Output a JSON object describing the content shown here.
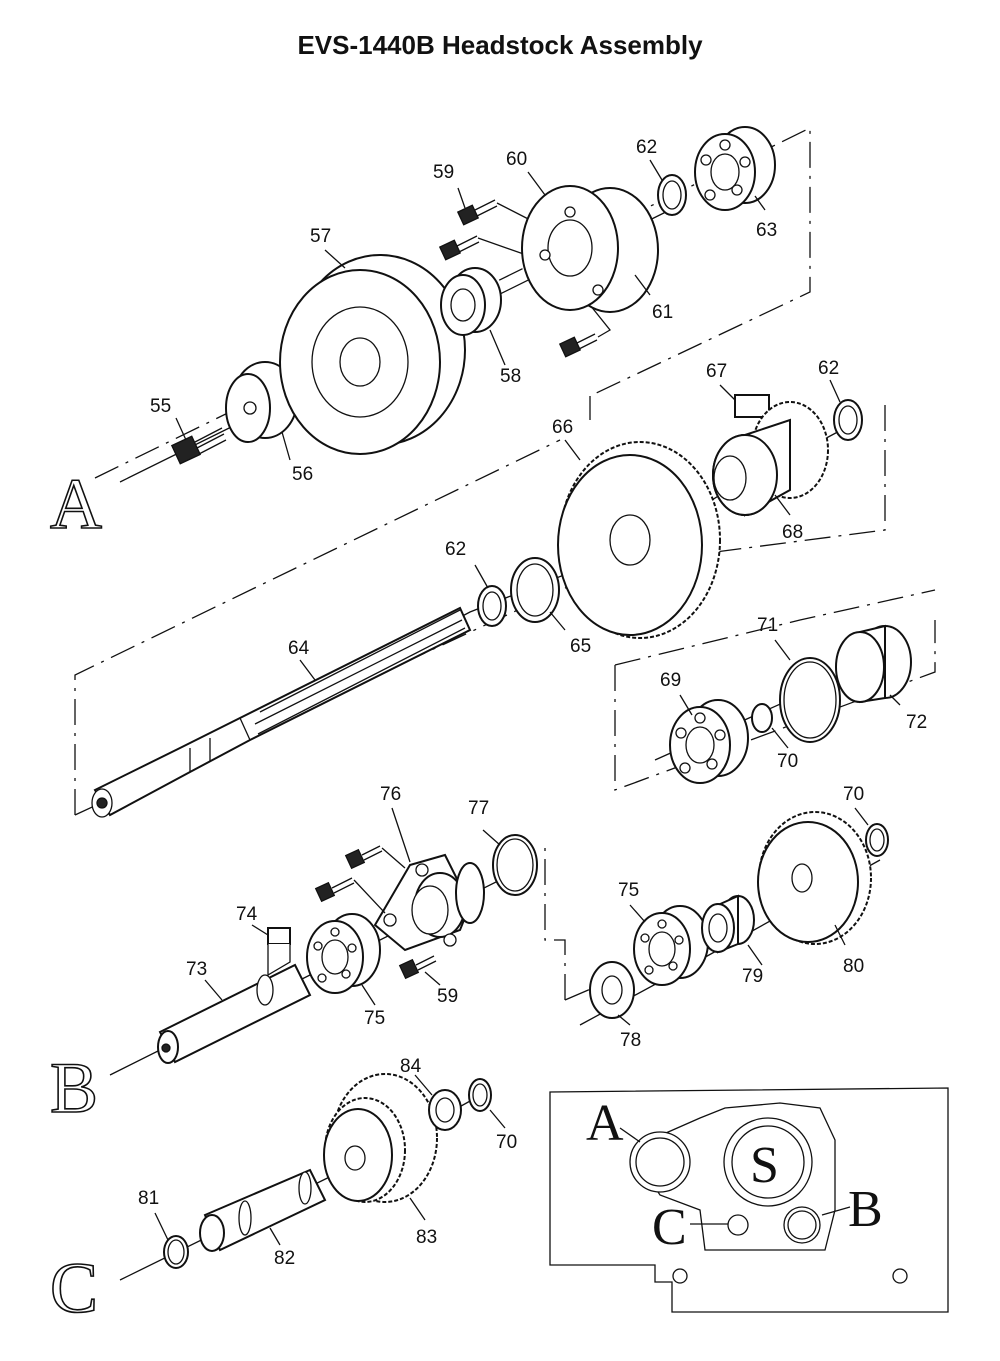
{
  "title": "EVS-1440B Headstock Assembly",
  "group_letters": {
    "a": "A",
    "b": "B",
    "c": "C"
  },
  "inset": {
    "a": "A",
    "s": "S",
    "b": "B",
    "c": "C"
  },
  "callouts": {
    "c55": "55",
    "c56": "56",
    "c57": "57",
    "c58": "58",
    "c59a": "59",
    "c60": "60",
    "c61": "61",
    "c62a": "62",
    "c63": "63",
    "c62b": "62",
    "c62c": "62",
    "c64": "64",
    "c65": "65",
    "c66": "66",
    "c67": "67",
    "c68": "68",
    "c69": "69",
    "c70a": "70",
    "c71": "71",
    "c72": "72",
    "c73": "73",
    "c74": "74",
    "c75a": "75",
    "c76": "76",
    "c77": "77",
    "c59b": "59",
    "c75b": "75",
    "c78": "78",
    "c79": "79",
    "c80": "80",
    "c70b": "70",
    "c81": "81",
    "c82": "82",
    "c83": "83",
    "c84": "84",
    "c70c": "70"
  }
}
